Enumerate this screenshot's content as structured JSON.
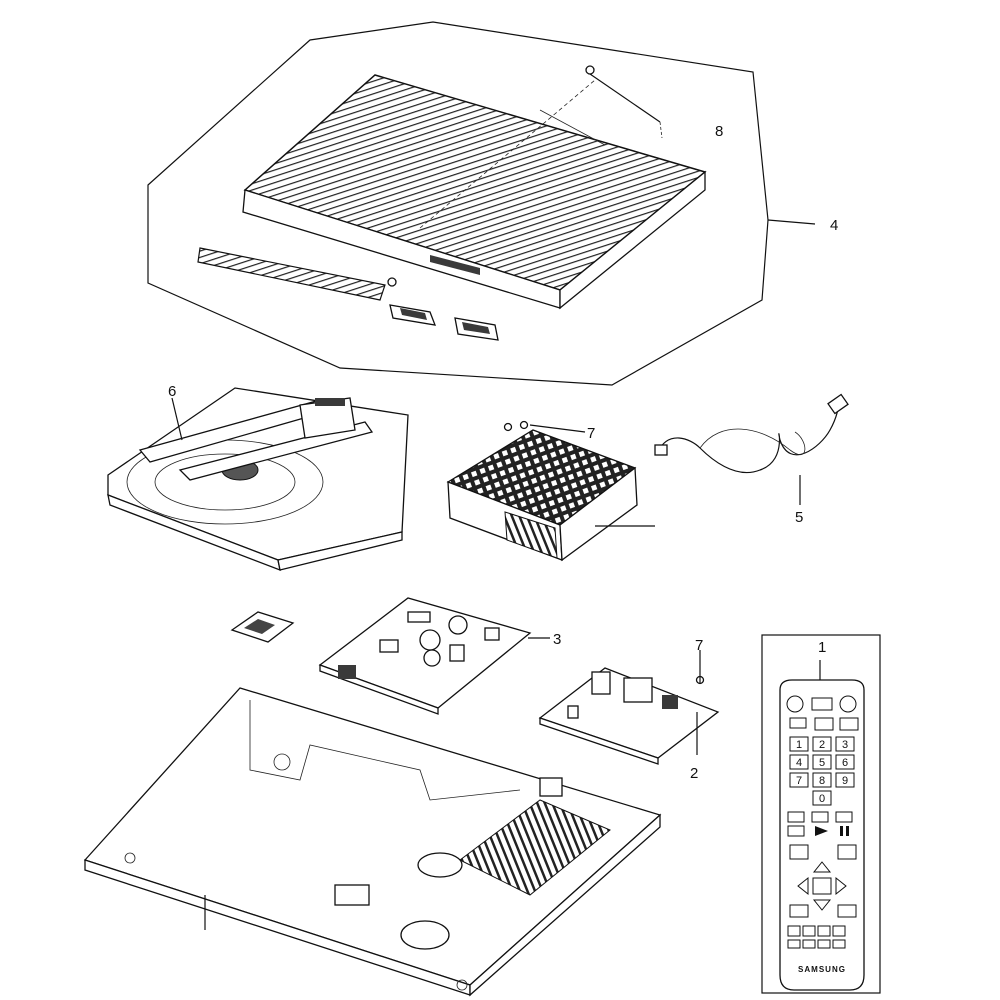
{
  "callouts": [
    "1",
    "2",
    "3",
    "4",
    "5",
    "6",
    "7",
    "7",
    "8"
  ],
  "remote": {
    "brand": "SAMSUNG",
    "keypad": [
      "1",
      "2",
      "3",
      "4",
      "5",
      "6",
      "7",
      "8",
      "9",
      "0"
    ]
  }
}
